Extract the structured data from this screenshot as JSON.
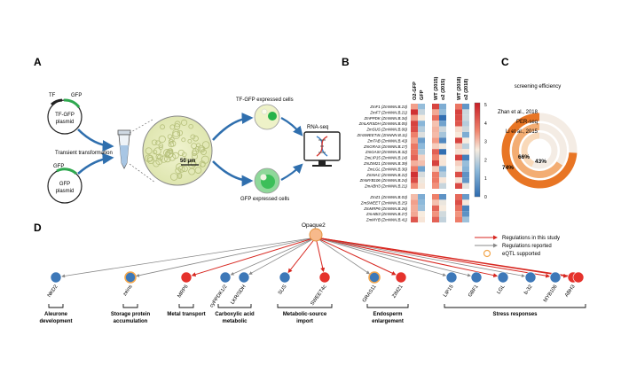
{
  "panels": {
    "a": "A",
    "b": "B",
    "c": "C",
    "d": "D"
  },
  "panel_a": {
    "tf_plasmid": {
      "line1": "TF-GFP",
      "line2": "plasmid",
      "tag_tf": "TF",
      "tag_gfp": "GFP"
    },
    "gfp_plasmid": {
      "line1": "GFP",
      "line2": "plasmid",
      "tag_gfp": "GFP"
    },
    "transient_label": "Transient transformation",
    "scale_bar": "50 μm",
    "tf_cells_label": "TF-GFP expressed cells",
    "gfp_cells_label": "GFP expressed cells",
    "rnaseq_label": "RNA-seq"
  },
  "panel_b": {
    "col_labels": [
      "O2-GFP",
      "GFP",
      "WT (2015)",
      "o2 (2015)",
      "WT (2018)",
      "o2 (2018)"
    ],
    "genes_top": [
      "ZmF1 (ZmNNN.B.23)",
      "ZmF7 (ZmNNN.B.21)",
      "ZmPPDK (ZmNNN.B.34)",
      "ZmLKRSDH (ZmNNN.B.05)",
      "ZmSUS (ZmNNN.B.06)",
      "ZmSWEET4c (ZmNNN.B.11)",
      "ZmTAB (ZmNNN.B.43)",
      "ZmGRAS (ZmNNN.B.17)",
      "ZmGASI (ZmNNN.B.32)",
      "ZmLIP15 (ZmNNN.B.14)",
      "ZmZIM21 (ZmNNN.B.39)",
      "ZmLGL (ZmNNN.B.36)",
      "ZmNAC (ZmNNN.B.22)",
      "ZmMYB106 (ZmNNN.B.24)",
      "ZmABH3 (ZmNNN.B.21)"
    ],
    "genes_bottom": [
      "ZmZ1 (ZmNNN.B.03)",
      "ZmSWEET (ZmNNN.B.25)",
      "ZmMRP6 (ZmNNN.B.26)",
      "ZmABI3 (ZmNNN.B.27)",
      "ZmMYB (ZmNNN.B.41)"
    ],
    "colorbar_ticks": [
      "5",
      "4",
      "3",
      "2",
      "1",
      "0"
    ]
  },
  "panel_c": {
    "title": "screening efficiency",
    "ring_labels": [
      "Zhan et al., 2018",
      "PER-seq",
      "Li et al., 2015"
    ],
    "percents": [
      "74%",
      "66%",
      "43%"
    ],
    "values": [
      74,
      66,
      43
    ],
    "colors": {
      "outer": "#e87524",
      "middle": "#f3ad73",
      "inner": "#f9d9b9"
    }
  },
  "panel_d": {
    "hub": "Opaque2",
    "legend": {
      "study": "Regulations in this study",
      "reported": "Regulations reported",
      "eqtl": "eQTL supported"
    },
    "colors": {
      "blue": "#3d78b8",
      "red": "#e5322c",
      "hub": "#f7b98b",
      "study_arrow": "#d7261f",
      "reported_arrow": "#888888",
      "eqtl_ring": "#f2a74e"
    },
    "genes": [
      {
        "name": "NKD2",
        "color": "blue",
        "arrow": "reported",
        "eqtl": false
      },
      {
        "name": "zeins",
        "color": "blue",
        "arrow": "reported",
        "eqtl": true
      },
      {
        "name": "MRP6",
        "color": "red",
        "arrow": "study",
        "eqtl": false
      },
      {
        "name": "cyPPDK1/2",
        "color": "blue",
        "arrow": "reported",
        "eqtl": false
      },
      {
        "name": "LKR/SDH",
        "color": "blue",
        "arrow": "reported",
        "eqtl": false
      },
      {
        "name": "SUS",
        "color": "blue",
        "arrow": "study",
        "eqtl": false
      },
      {
        "name": "SWEET4c",
        "color": "red",
        "arrow": "study",
        "eqtl": false
      },
      {
        "name": "GRAS11",
        "color": "blue",
        "arrow": "reported",
        "eqtl": true
      },
      {
        "name": "ZIM21",
        "color": "red",
        "arrow": "study",
        "eqtl": false
      },
      {
        "name": "LIP15",
        "color": "blue",
        "arrow": "reported",
        "eqtl": false
      },
      {
        "name": "GBF1",
        "color": "blue",
        "arrow": "reported",
        "eqtl": false
      },
      {
        "name": "LGL",
        "color": "blue",
        "arrow": "study",
        "eqtl": false
      },
      {
        "name": "b-32",
        "color": "blue",
        "arrow": "reported",
        "eqtl": false
      },
      {
        "name": "MYB106",
        "color": "blue",
        "arrow": "study",
        "eqtl": false
      },
      {
        "name": "ABH3",
        "color": "red",
        "arrow": "study",
        "eqtl": false
      },
      {
        "name": "",
        "color": "red",
        "arrow": "study",
        "eqtl": false
      }
    ],
    "groups": [
      {
        "label": "Aleurone\ndevelopment",
        "span": [
          0,
          0
        ]
      },
      {
        "label": "Storage protein\naccumulation",
        "span": [
          1,
          1
        ]
      },
      {
        "label": "Metal transport",
        "span": [
          2,
          2
        ]
      },
      {
        "label": "Carboxylic acid\nmetabolic",
        "span": [
          3,
          4
        ]
      },
      {
        "label": "Metabolic-source\nimport",
        "span": [
          5,
          6
        ]
      },
      {
        "label": "Endosperm\nenlargement",
        "span": [
          7,
          8
        ]
      },
      {
        "label": "Stress responses",
        "span": [
          9,
          15
        ]
      }
    ]
  }
}
